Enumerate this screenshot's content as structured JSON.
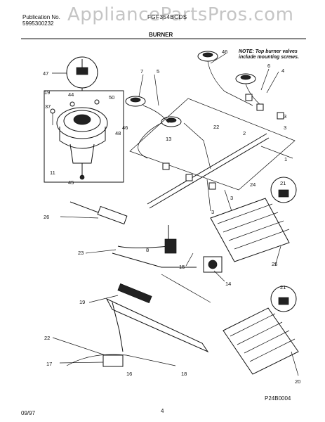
{
  "header": {
    "publication_label": "Publication No.",
    "publication_number": "5995300232",
    "model": "FGF354BCDS",
    "section_title": "BURNER"
  },
  "watermark": "AppliancePartsPros.com",
  "note": "NOTE: Top burner valves include mounting screws.",
  "drawing_code": "P24B0004",
  "footer": {
    "date": "09/97",
    "page": "4"
  },
  "callouts": {
    "c1": "1",
    "c2": "2",
    "c3a": "3",
    "c3b": "3",
    "c3c": "3",
    "c3d": "3",
    "c4": "4",
    "c5": "5",
    "c6": "6",
    "c7": "7",
    "c8": "8",
    "c11": "11",
    "c13": "13",
    "c14": "14",
    "c15": "15",
    "c16": "16",
    "c17": "17",
    "c18": "18",
    "c19": "19",
    "c19b": "19",
    "c20": "20",
    "c21a": "21",
    "c21b": "21",
    "c22a": "22",
    "c22b": "22",
    "c23": "23",
    "c24": "24",
    "c25": "25",
    "c26": "26",
    "c37": "37",
    "c44": "44",
    "c45": "45",
    "c46a": "46",
    "c46b": "46",
    "c47": "47",
    "c48": "48",
    "c50": "50"
  }
}
